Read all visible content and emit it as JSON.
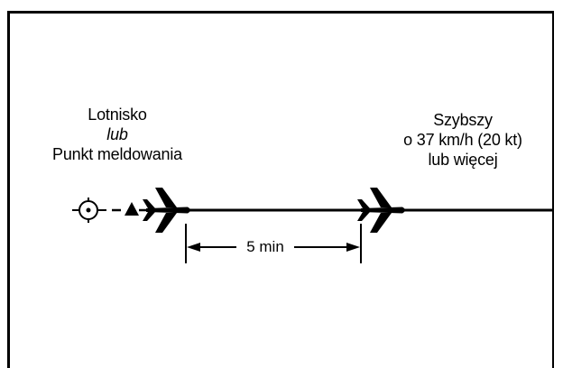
{
  "left_label": {
    "line1": "Lotnisko",
    "line2": "lub",
    "line3": "Punkt meldowania"
  },
  "right_label": {
    "line1": "Szybszy",
    "line2": "o 37 km/h (20 kt)",
    "line3": "lub więcej"
  },
  "separation_label": "5 min",
  "icons": {
    "reporting_point": "target-crosshair-icon",
    "direction": "triangle-arrow-icon",
    "aircraft": "airplane-icon"
  },
  "colors": {
    "ink": "#000000",
    "background": "#ffffff"
  }
}
